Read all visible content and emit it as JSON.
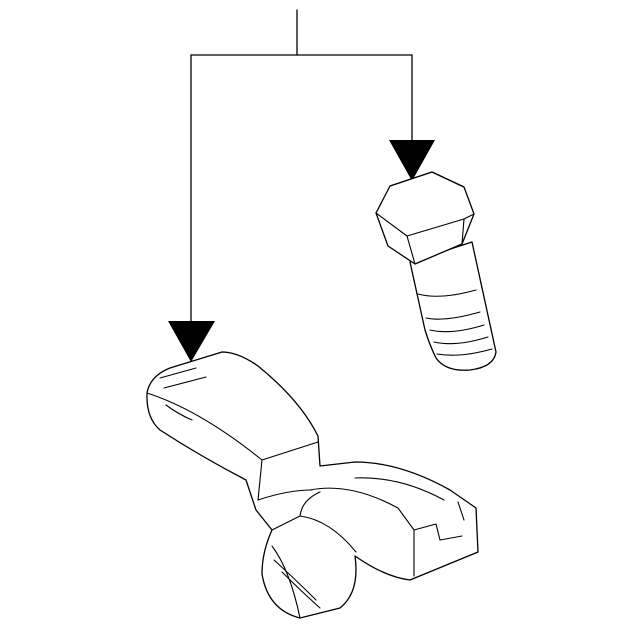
{
  "diagram": {
    "type": "exploded-parts-illustration",
    "background_color": "#ffffff",
    "line_color": "#000000",
    "callouts": [
      {
        "name": "callout-to-bolt",
        "target": "bolt"
      },
      {
        "name": "callout-to-wedge",
        "target": "wedge-bracket"
      }
    ],
    "parts": [
      "hex-bolt",
      "wedge-bracket"
    ]
  }
}
